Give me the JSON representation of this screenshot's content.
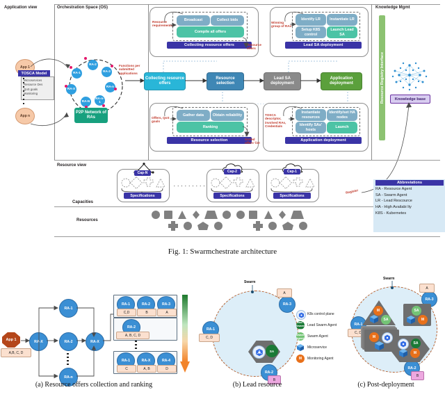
{
  "figure": {
    "caption": "Fig. 1: Swarmchestrate architecture",
    "top_sections": {
      "application_view": "Application view",
      "orchestration_space": "Orchestration Space (OS)",
      "knowledge_mgmt": "Knowledge Mgmt",
      "resource_view": "Resource view"
    },
    "application_view": {
      "app_first": "App 1",
      "app_last": "App n",
      "tosca_title": "TOSCA Model",
      "tosca_items": [
        "Microservices",
        "Resource Des",
        "QoS goals",
        "Monitoring"
      ]
    },
    "p2p": {
      "label": "P2P Network of RAs",
      "nodes": [
        "RA-1",
        "RA-2",
        "RA-3",
        "RA-X",
        "RA-n",
        "RA-n-1",
        "RA-N"
      ],
      "edge_note": "Functions per submitted applications"
    },
    "pipeline": [
      {
        "label": "Collecting resource offers",
        "color": "#29b6d8"
      },
      {
        "label": "Resource selection",
        "color": "#3f87b5"
      },
      {
        "label": "Lead SA deployment",
        "color": "#8a8a8a"
      },
      {
        "label": "Application deployment",
        "color": "#5ba03c"
      }
    ],
    "detail_panels": [
      {
        "banner": "Collecting resource offers",
        "input_note": "Resource requirements",
        "output_note": "Resource offers",
        "chips": [
          {
            "label": "Broadcast",
            "style": "blue"
          },
          {
            "label": "Collect bids",
            "style": "blue"
          },
          {
            "label": "Compile all offers",
            "style": "teal"
          }
        ]
      },
      {
        "banner": "Lead SA deployment",
        "input_note": "Winning group of RAs",
        "output_note": "",
        "chips": [
          {
            "label": "Identify LR",
            "style": "blue"
          },
          {
            "label": "Instantiate LR",
            "style": "blue"
          },
          {
            "label": "Setup K8S control",
            "style": "blue"
          },
          {
            "label": "Launch Lead SA",
            "style": "teal"
          }
        ]
      },
      {
        "banner": "Resource selection",
        "input_note": "Offers, QoS goals",
        "output_note": "Sorted offers' list",
        "chips": [
          {
            "label": "Gather data",
            "style": "blue"
          },
          {
            "label": "Obtain reliability",
            "style": "blue"
          },
          {
            "label": "Ranking",
            "style": "teal"
          }
        ]
      },
      {
        "banner": "Application deployment",
        "input_note": "TOSCA descriptor, involved RAs, Credentials",
        "output_note": "",
        "chips": [
          {
            "label": "Instantiate resources",
            "style": "blue"
          },
          {
            "label": "Identify/set HA nodes",
            "style": "blue"
          },
          {
            "label": "Identify SAs' hosts",
            "style": "blue"
          },
          {
            "label": "Launch",
            "style": "teal"
          }
        ]
      }
    ],
    "knowledge": {
      "interface_label": "Resource Registry Interface",
      "knowledge_base": "Knowledge base",
      "register_note": "Register"
    },
    "resource_view": {
      "capacities_label": "Capacities",
      "resources_label": "Resources",
      "spec_label": "Specifications",
      "caps": [
        "Cap-N",
        "Cap-2",
        "Cap-1"
      ],
      "ellipsis": ". . . . . . . . ."
    },
    "abbreviations": {
      "title": "Abbreviations",
      "items": [
        "RA - Resource Agent",
        "SA - Swarm Agent",
        "LR - Lead Rescource",
        "HA - High Availabi lty",
        "K8S - Kubernetes"
      ]
    }
  },
  "panel_a": {
    "caption": "(a) Resource offers collection and ranking",
    "app": {
      "label": "App 1",
      "tag": "A,B, C, D"
    },
    "nodes": [
      "RA-X",
      "RA-1",
      "RA-2",
      "RA-n",
      "RA-X"
    ],
    "vertical_dots": "⋮",
    "ranking_rows": [
      {
        "agents": [
          {
            "name": "RA-1",
            "tag": "C,D"
          },
          {
            "name": "RA-2",
            "tag": "B"
          },
          {
            "name": "RA-3",
            "tag": "A"
          }
        ]
      },
      {
        "agents": [
          {
            "name": "RA-2",
            "tag": "A, B, C, D"
          }
        ]
      },
      {
        "agents": [
          {
            "name": "RA-1",
            "tag": "C"
          },
          {
            "name": "RA-X",
            "tag": "A, B"
          },
          {
            "name": "RA-4",
            "tag": "D"
          }
        ]
      }
    ]
  },
  "panel_b": {
    "caption": "(b) Lead resource",
    "swarm_label": "Swarm",
    "ra_nodes": [
      {
        "name": "RA-1",
        "tag": "C, D"
      },
      {
        "name": "RA-3",
        "tag": "A"
      },
      {
        "name": "RA-2",
        "tag": "B"
      }
    ],
    "legend": [
      {
        "icon": "k8s-icon",
        "label": "K8s control plane",
        "color": "#3f7fd6"
      },
      {
        "icon": "lead-swarm-agent-icon",
        "label": "Lead Swarm Agent",
        "color": "#1a7a36"
      },
      {
        "icon": "swarm-agent-icon",
        "label": "Swarm Agent",
        "color": "#74c476"
      },
      {
        "icon": "microservice-icon",
        "label": "Microservice",
        "color": "#2f7fd0"
      },
      {
        "icon": "monitoring-agent-icon",
        "label": "Monitoring Agent",
        "color": "#e8701a"
      }
    ],
    "node_badges": {
      "k8s": "",
      "lead_sa": "SA"
    }
  },
  "panel_c": {
    "caption": "(c) Post-deployment",
    "swarm_label": "Swarm",
    "ra_nodes": [
      {
        "name": "RA-1",
        "tag": "C, D"
      },
      {
        "name": "RA-3",
        "tag": "A"
      },
      {
        "name": "RA-2",
        "tag": "B"
      }
    ],
    "agent_badges": {
      "monitoring": "M",
      "swarm_agent": "SA"
    }
  }
}
